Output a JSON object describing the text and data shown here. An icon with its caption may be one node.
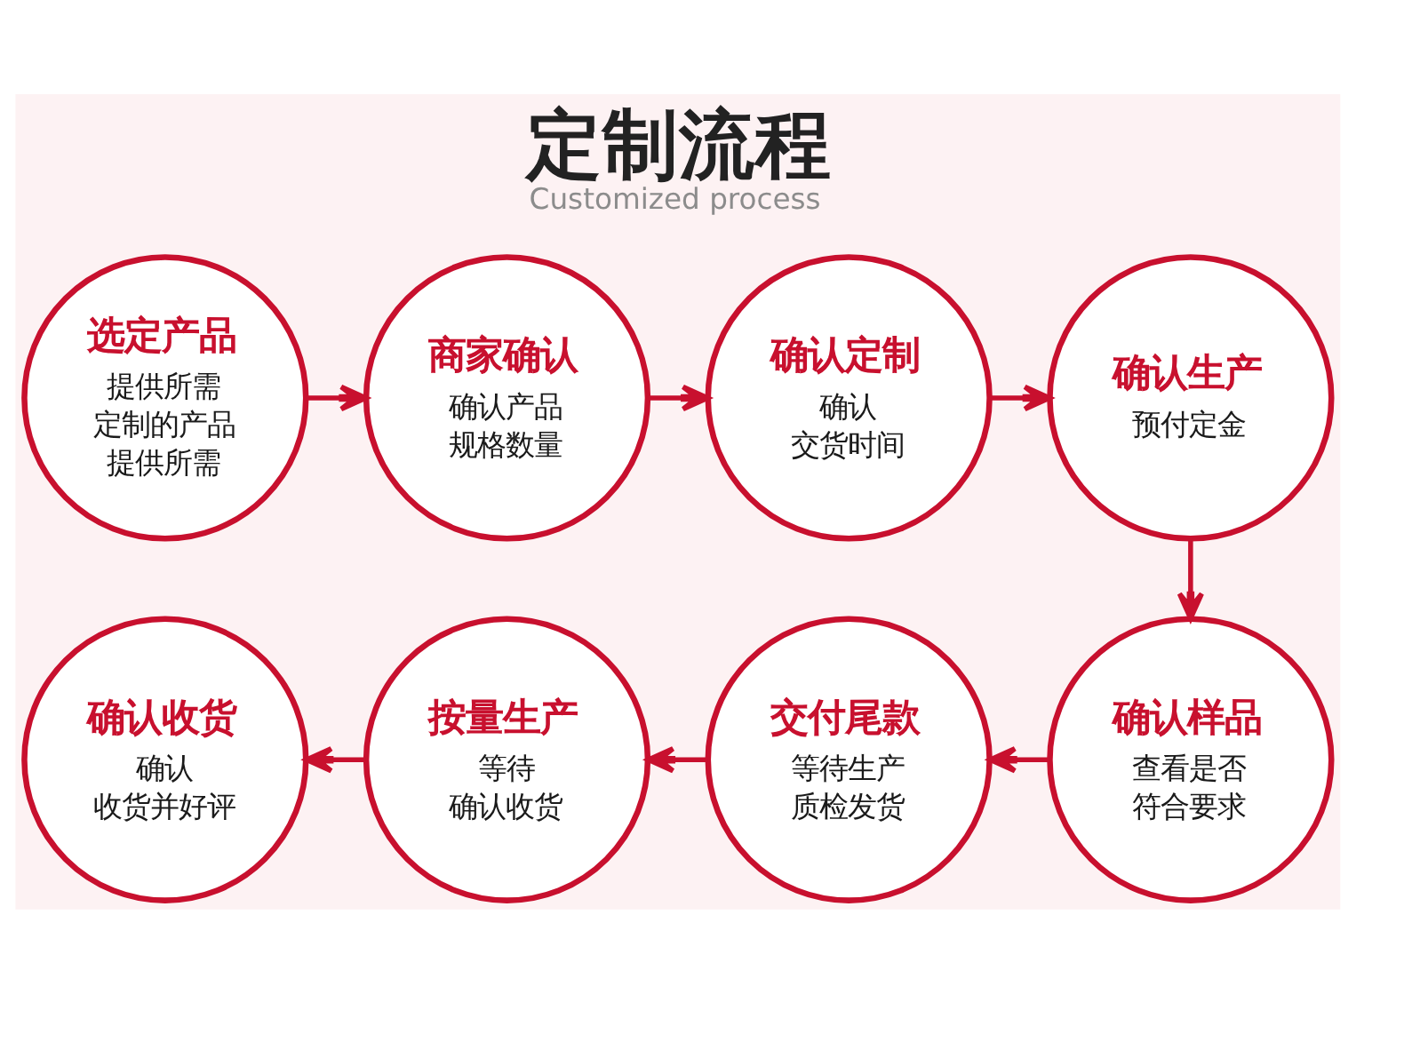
{
  "diagram": {
    "title": "定制流程",
    "caption": "Customized process",
    "nodes": [
      {
        "text": [
          "选定产品",
          "提供所需",
          "定制的产品",
          "提供所需"
        ]
      },
      {
        "text": [
          "商家确认",
          "确认产品",
          "规格数量"
        ]
      },
      {
        "text": [
          "确认定制",
          "确认",
          "交货时间"
        ]
      },
      {
        "text": [
          "确认生产",
          "预付定金"
        ]
      },
      {
        "text": [
          "确认收货",
          "确认",
          "收货并好评"
        ]
      },
      {
        "text": [
          "按量生产",
          "等待",
          "确认收货"
        ]
      },
      {
        "text": [
          "交付尾款",
          "等待生产",
          "质检发货"
        ]
      },
      {
        "text": [
          "确认样品",
          "查看是否",
          "符合要求"
        ]
      }
    ],
    "edges": [
      {
        "from": 0,
        "to": 1,
        "arrow": "to"
      },
      {
        "from": 1,
        "to": 2,
        "arrow": "to"
      },
      {
        "from": 2,
        "to": 3,
        "arrow": "to"
      },
      {
        "from": 3,
        "to": 7,
        "arrow": "to"
      },
      {
        "from": 7,
        "to": 6,
        "arrow": "to"
      },
      {
        "from": 6,
        "to": 5,
        "arrow": "to"
      },
      {
        "from": 5,
        "to": 4,
        "arrow": "to"
      }
    ]
  }
}
